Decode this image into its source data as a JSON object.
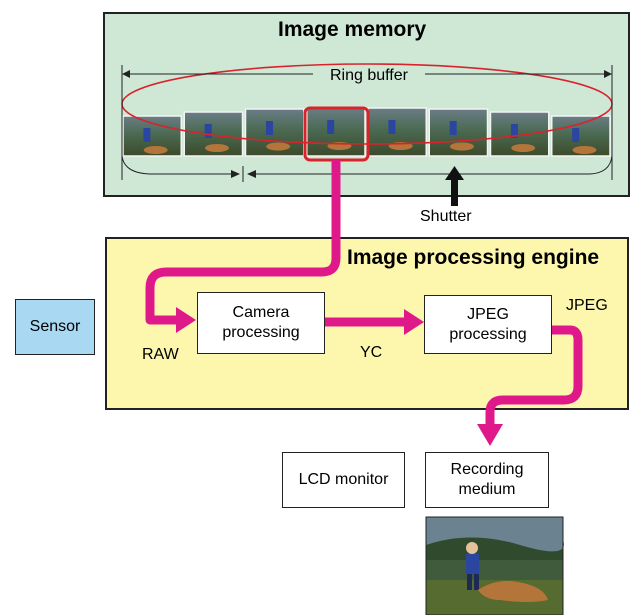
{
  "memory": {
    "title": "Image memory",
    "ring_buffer_label": "Ring buffer",
    "shutter_label": "Shutter",
    "frame_count": 8,
    "selected_frame": 4
  },
  "engine": {
    "title": "Image processing engine",
    "camera_processing": "Camera\nprocessing",
    "jpeg_processing": "JPEG\nprocessing"
  },
  "labels": {
    "sensor": "Sensor",
    "raw": "RAW",
    "yc": "YC",
    "jpeg": "JPEG",
    "lcd_monitor": "LCD monitor",
    "recording_medium": "Recording\nmedium"
  },
  "colors": {
    "memory_bg": "#cfe8d6",
    "engine_bg": "#fdf6ad",
    "sensor_bg": "#a9d8f3",
    "flow_arrow": "#e0198a",
    "ring": "#d9232a"
  }
}
